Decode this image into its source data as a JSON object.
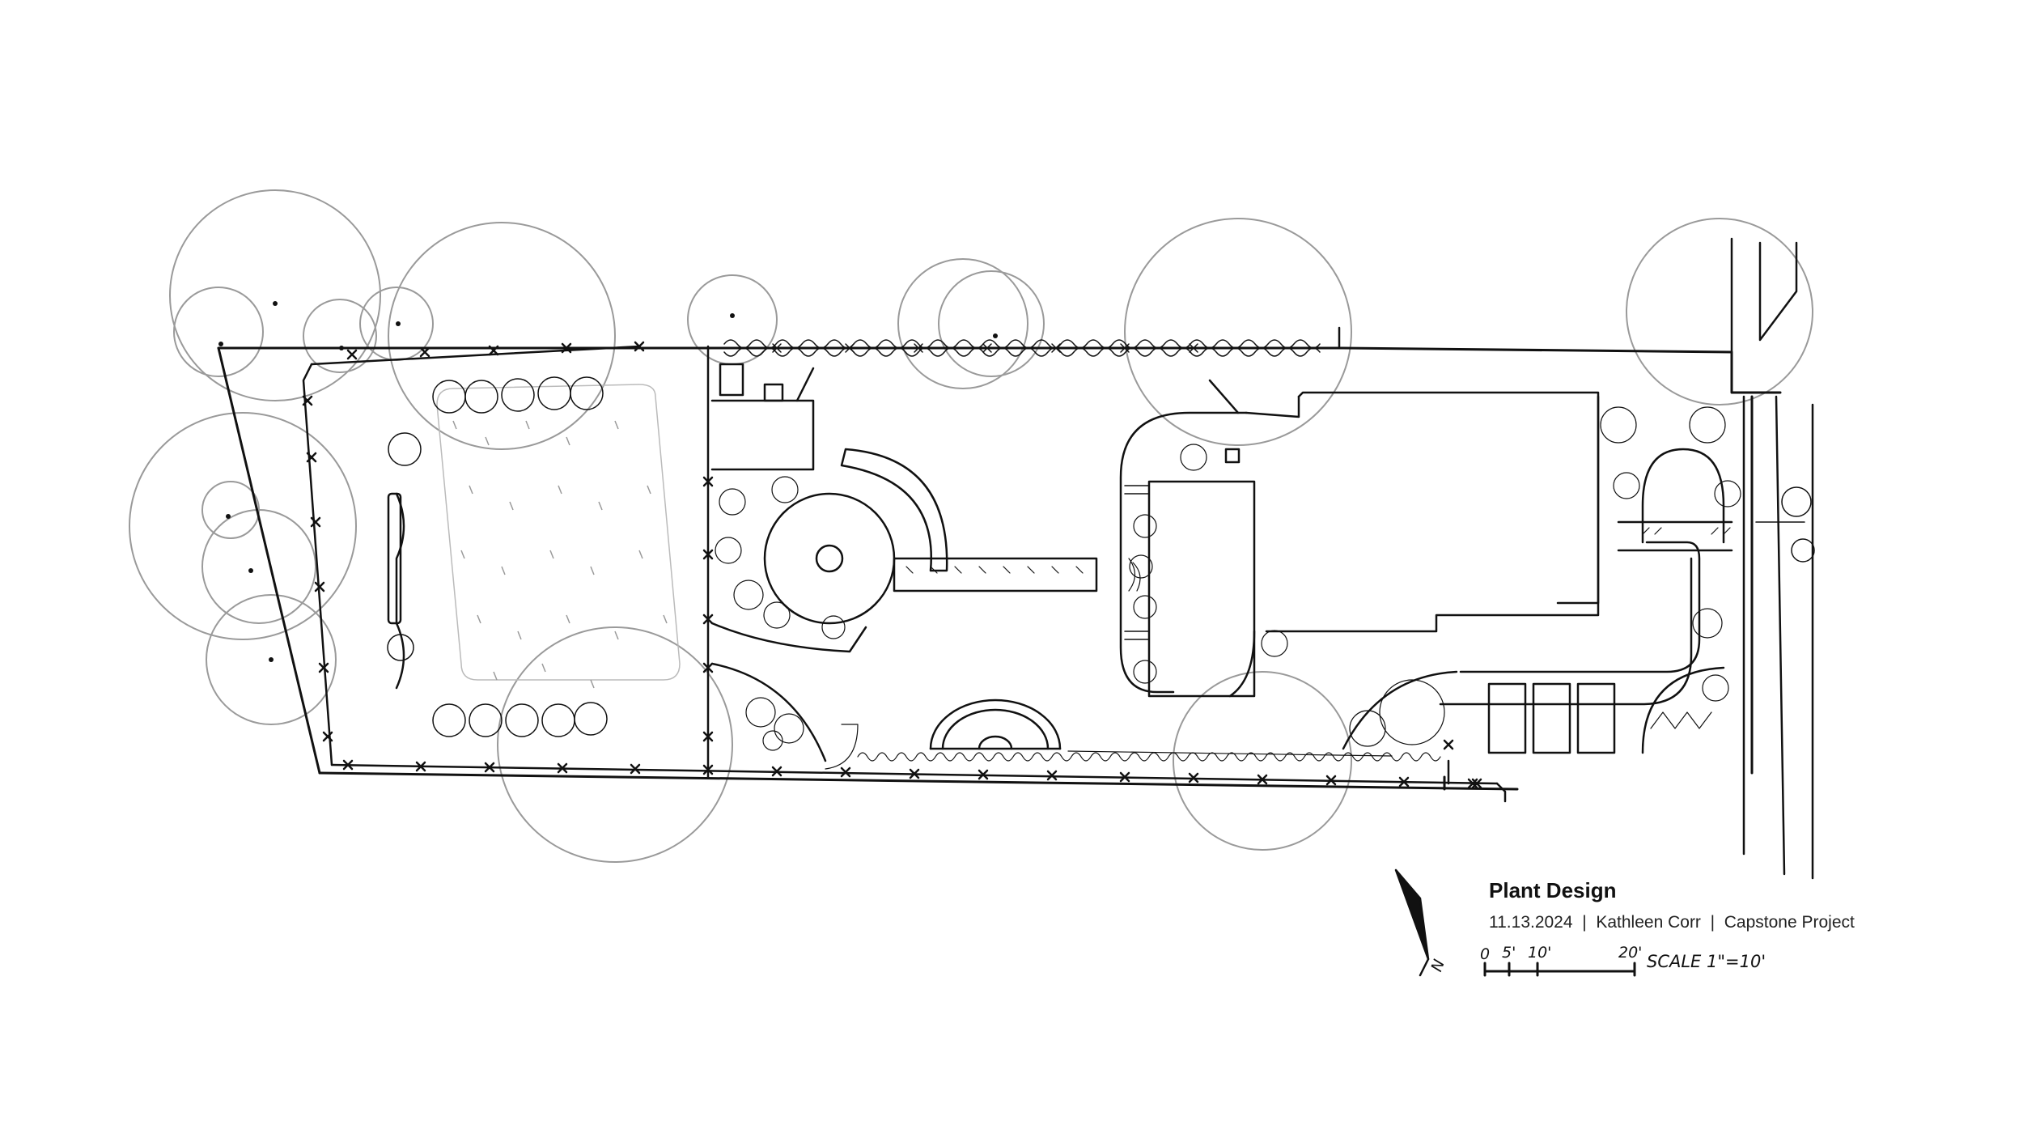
{
  "title_block": {
    "title": "Plant Design",
    "date": "11.13.2024",
    "author": "Kathleen Corr",
    "project": "Capstone Project",
    "separator": "|"
  },
  "scale_bar": {
    "ticks": [
      "0",
      "5'",
      "10'",
      "20'"
    ],
    "label": "SCALE 1\"=10'"
  },
  "north_arrow": {
    "label": "N"
  },
  "colors": {
    "ink": "#111111",
    "pencil": "#9a9a9a",
    "paper": "#ffffff"
  }
}
